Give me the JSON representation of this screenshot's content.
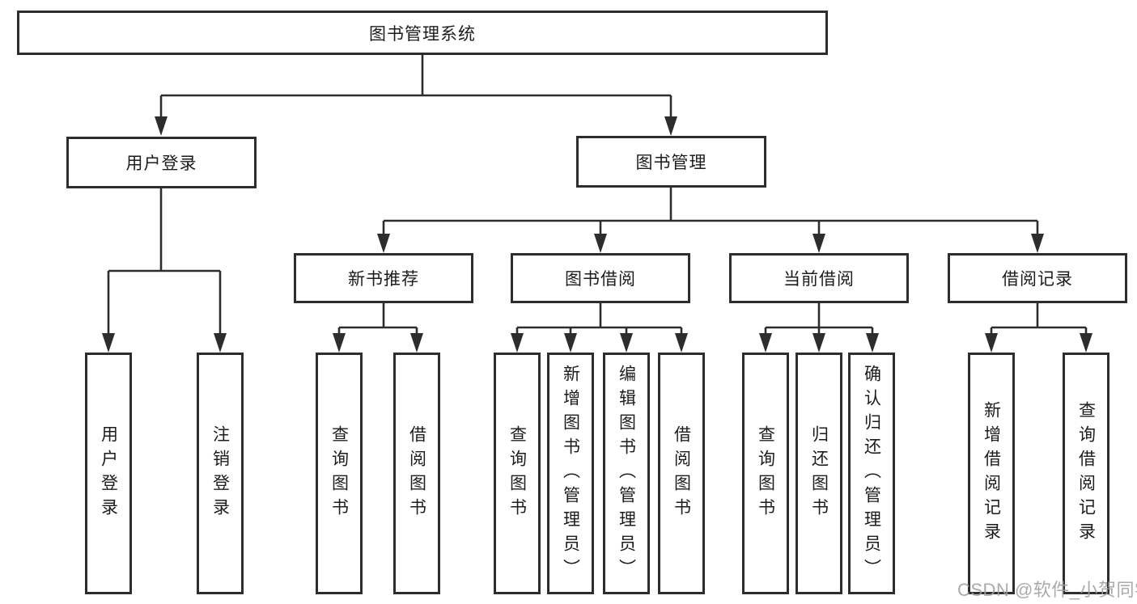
{
  "diagram_title": "图书管理系统",
  "nodes": {
    "root": {
      "label": "图书管理系统"
    },
    "user_login": {
      "label": "用户登录"
    },
    "book_mgmt": {
      "label": "图书管理"
    },
    "new_book_rec": {
      "label": "新书推荐"
    },
    "book_borrow": {
      "label": "图书借阅"
    },
    "current_borrow": {
      "label": "当前借阅"
    },
    "borrow_records": {
      "label": "借阅记录"
    },
    "user_login_leaf": {
      "label": "用户登录"
    },
    "logout_leaf": {
      "label": "注销登录"
    },
    "query_books_rec": {
      "label": "查询图书"
    },
    "borrow_books_rec": {
      "label": "借阅图书"
    },
    "query_books_borrow": {
      "label": "查询图书"
    },
    "add_books_admin": {
      "label": "新增图书（管理员）"
    },
    "edit_books_admin": {
      "label": "编辑图书（管理员）"
    },
    "borrow_books_borrow": {
      "label": "借阅图书"
    },
    "query_books_current": {
      "label": "查询图书"
    },
    "return_books": {
      "label": "归还图书"
    },
    "confirm_return_admin": {
      "label": "确认归还（管理员）"
    },
    "add_borrow_record": {
      "label": "新增借阅记录"
    },
    "query_borrow_record": {
      "label": "查询借阅记录"
    }
  },
  "edges": [
    {
      "from": "图书管理系统",
      "to": "用户登录"
    },
    {
      "from": "图书管理系统",
      "to": "图书管理"
    },
    {
      "from": "用户登录",
      "to": "用户登录"
    },
    {
      "from": "用户登录",
      "to": "注销登录"
    },
    {
      "from": "图书管理",
      "to": "新书推荐"
    },
    {
      "from": "图书管理",
      "to": "图书借阅"
    },
    {
      "from": "图书管理",
      "to": "当前借阅"
    },
    {
      "from": "图书管理",
      "to": "借阅记录"
    },
    {
      "from": "新书推荐",
      "to": "查询图书"
    },
    {
      "from": "新书推荐",
      "to": "借阅图书"
    },
    {
      "from": "图书借阅",
      "to": "查询图书"
    },
    {
      "from": "图书借阅",
      "to": "新增图书（管理员）"
    },
    {
      "from": "图书借阅",
      "to": "编辑图书（管理员）"
    },
    {
      "from": "图书借阅",
      "to": "借阅图书"
    },
    {
      "from": "当前借阅",
      "to": "查询图书"
    },
    {
      "from": "当前借阅",
      "to": "归还图书"
    },
    {
      "from": "当前借阅",
      "to": "确认归还（管理员）"
    },
    {
      "from": "借阅记录",
      "to": "新增借阅记录"
    },
    {
      "from": "借阅记录",
      "to": "查询借阅记录"
    }
  ],
  "watermark": "CSDN @软件_小贺同学",
  "colors": {
    "line": "#2d2d2d",
    "box_border": "#2d2d2d",
    "box_bg": "#ffffff",
    "text": "#1c1c1c",
    "watermark": "#9e9e9e"
  }
}
